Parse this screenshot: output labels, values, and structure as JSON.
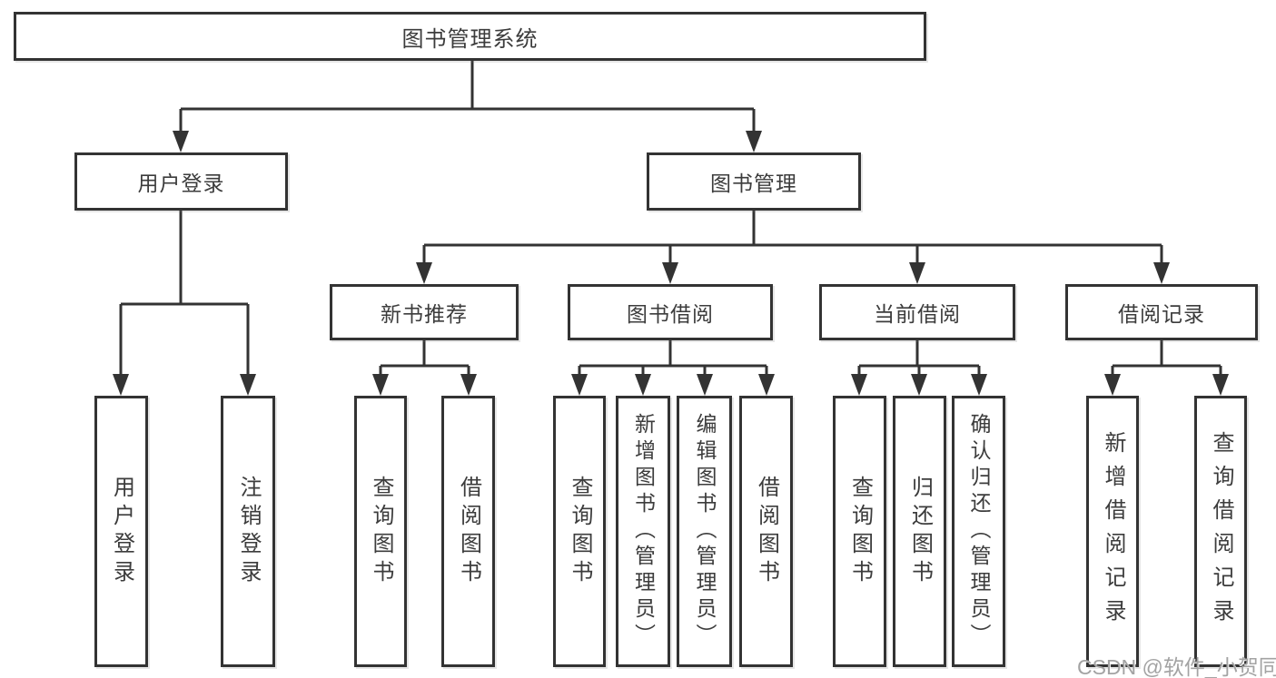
{
  "watermark": "CSDN @软件_小贺同学",
  "colors": {
    "line": "#333333",
    "text": "#3c3c3c",
    "background": "#ffffff",
    "watermark": "#a3a3a3"
  },
  "tree": {
    "root": {
      "label": "图书管理系统"
    },
    "branches": [
      {
        "label": "用户登录",
        "children": [
          {
            "label": "用户登录"
          },
          {
            "label": "注销登录"
          }
        ]
      },
      {
        "label": "图书管理",
        "groups": [
          {
            "label": "新书推荐",
            "children": [
              {
                "label": "查询图书"
              },
              {
                "label": "借阅图书"
              }
            ]
          },
          {
            "label": "图书借阅",
            "children": [
              {
                "label": "查询图书"
              },
              {
                "label": "新增图书（管理员）"
              },
              {
                "label": "编辑图书（管理员）"
              },
              {
                "label": "借阅图书"
              }
            ]
          },
          {
            "label": "当前借阅",
            "children": [
              {
                "label": "查询图书"
              },
              {
                "label": "归还图书"
              },
              {
                "label": "确认归还（管理员）"
              }
            ]
          },
          {
            "label": "借阅记录",
            "children": [
              {
                "label": "新增借阅记录"
              },
              {
                "label": "查询借阅记录"
              }
            ]
          }
        ]
      }
    ]
  }
}
